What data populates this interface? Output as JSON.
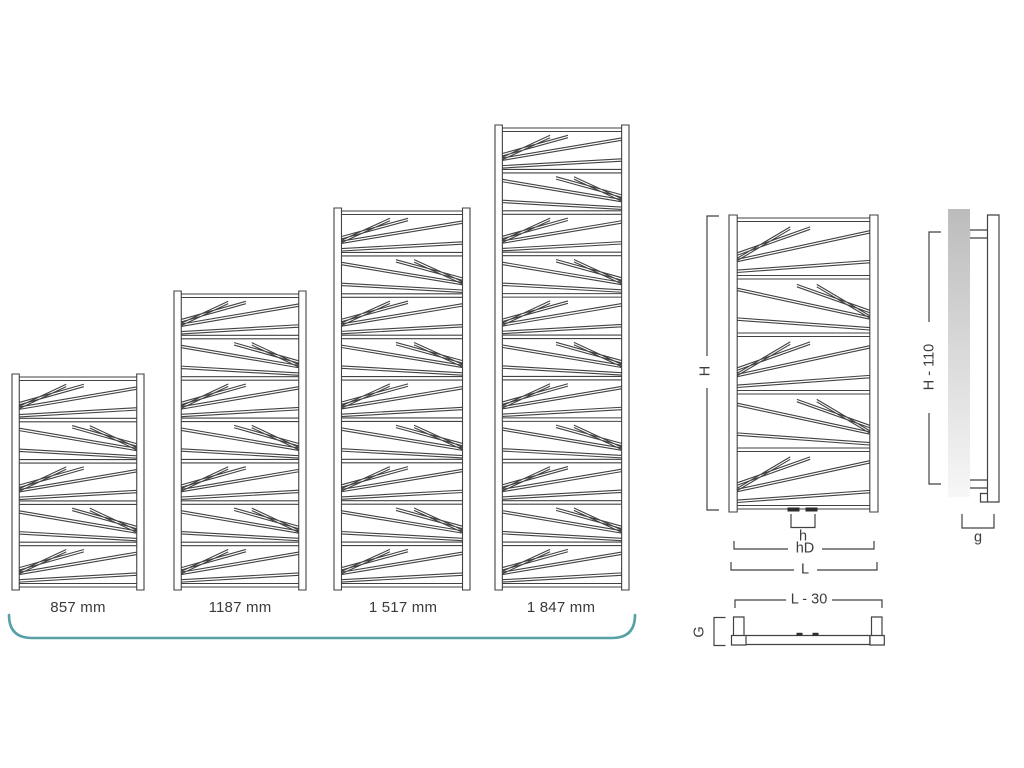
{
  "colors": {
    "line": "#424242",
    "accent_teal": "#57a1a6",
    "text": "#3a3a3a",
    "wall_gradient_top": "#bcbcbc",
    "wall_gradient_bottom": "#f7f7f7"
  },
  "products": [
    {
      "label": "857 mm",
      "sections": 5
    },
    {
      "label": "1187 mm",
      "sections": 7
    },
    {
      "label": "1 517 mm",
      "sections": 9
    },
    {
      "label": "1 847 mm",
      "sections": 11
    }
  ],
  "dimensions": {
    "front": {
      "sections": 5,
      "height": "H",
      "pipe_spacing": "h",
      "hd": "hD",
      "length": "L"
    },
    "top_view": {
      "width": "L - 30",
      "depth": "G"
    },
    "side_view": {
      "height": "H - 110",
      "wall_gap": "g"
    }
  }
}
